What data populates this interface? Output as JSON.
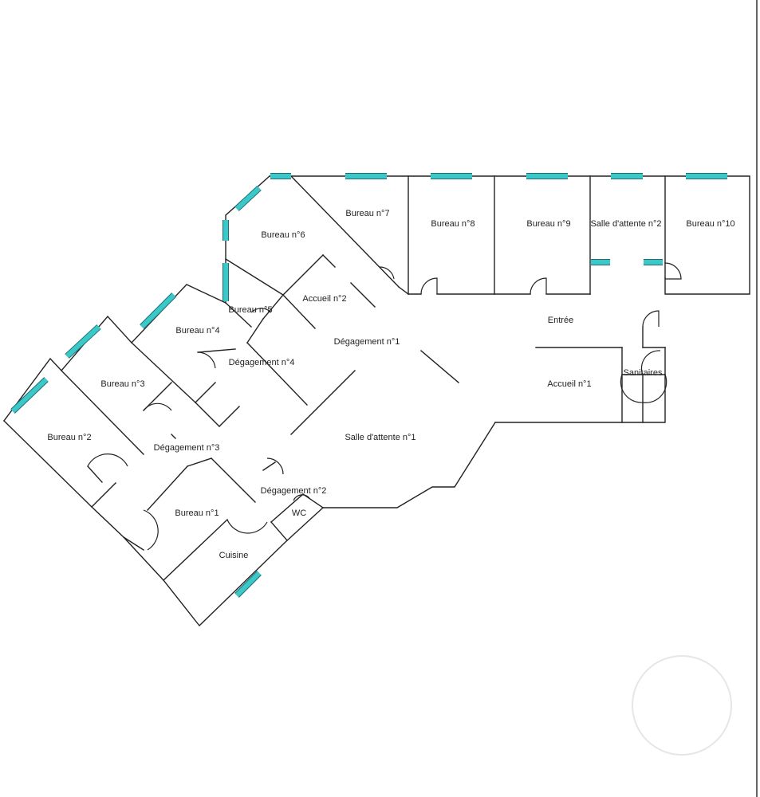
{
  "plan": {
    "window_color": "#3cc8c8",
    "wall_color": "#222222",
    "rooms": {
      "bureau_2": "Bureau n°2",
      "bureau_3": "Bureau n°3",
      "bureau_4": "Bureau n°4",
      "bureau_5": "Bureau n°5",
      "bureau_6": "Bureau n°6",
      "bureau_7": "Bureau n°7",
      "bureau_8": "Bureau n°8",
      "bureau_9": "Bureau n°9",
      "salle_attente_2": "Salle d'attente n°2",
      "bureau_10": "Bureau n°10",
      "accueil_2": "Accueil n°2",
      "degagement_1": "Dégagement n°1",
      "degagement_4": "Dégagement n°4",
      "entree": "Entrée",
      "accueil_1": "Accueil n°1",
      "sanitaires": "Sanitaires",
      "degagement_3": "Dégagement n°3",
      "salle_attente_1": "Salle d'attente n°1",
      "bureau_1": "Bureau n°1",
      "degagement_2": "Dégagement n°2",
      "wc": "WC",
      "cuisine": "Cuisine"
    }
  }
}
